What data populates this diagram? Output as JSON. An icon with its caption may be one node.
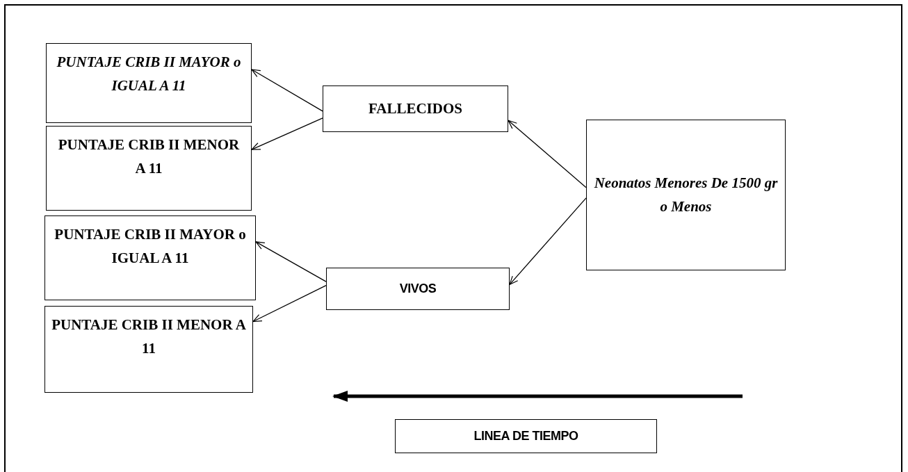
{
  "diagram": {
    "nodes": [
      {
        "text": [
          "PUNTAJE CRIB II MAYOR o IGUAL A 11"
        ]
      },
      {
        "text": [
          "PUNTAJE CRIB II MENOR A 11"
        ]
      },
      {
        "text": [
          "FALLECIDOS"
        ]
      },
      {
        "text": [
          "Neonatos Menores De 1500 gr o Menos"
        ]
      },
      {
        "text": [
          "PUNTAJE CRIB II MAYOR o IGUAL A 11"
        ]
      },
      {
        "text": [
          "VIVOS"
        ]
      },
      {
        "text": [
          "PUNTAJE CRIB II MENOR A 11"
        ]
      },
      {
        "text": [
          "LINEA DE TIEMPO"
        ]
      }
    ],
    "edges": [
      {
        "from": 3,
        "to": 2,
        "arrow": "to"
      },
      {
        "from": 3,
        "to": 5,
        "arrow": "to"
      },
      {
        "from": 2,
        "to": 0,
        "arrow": "to"
      },
      {
        "from": 2,
        "to": 1,
        "arrow": "to"
      },
      {
        "from": 5,
        "to": 4,
        "arrow": "to"
      },
      {
        "from": 5,
        "to": 6,
        "arrow": "to"
      }
    ]
  }
}
